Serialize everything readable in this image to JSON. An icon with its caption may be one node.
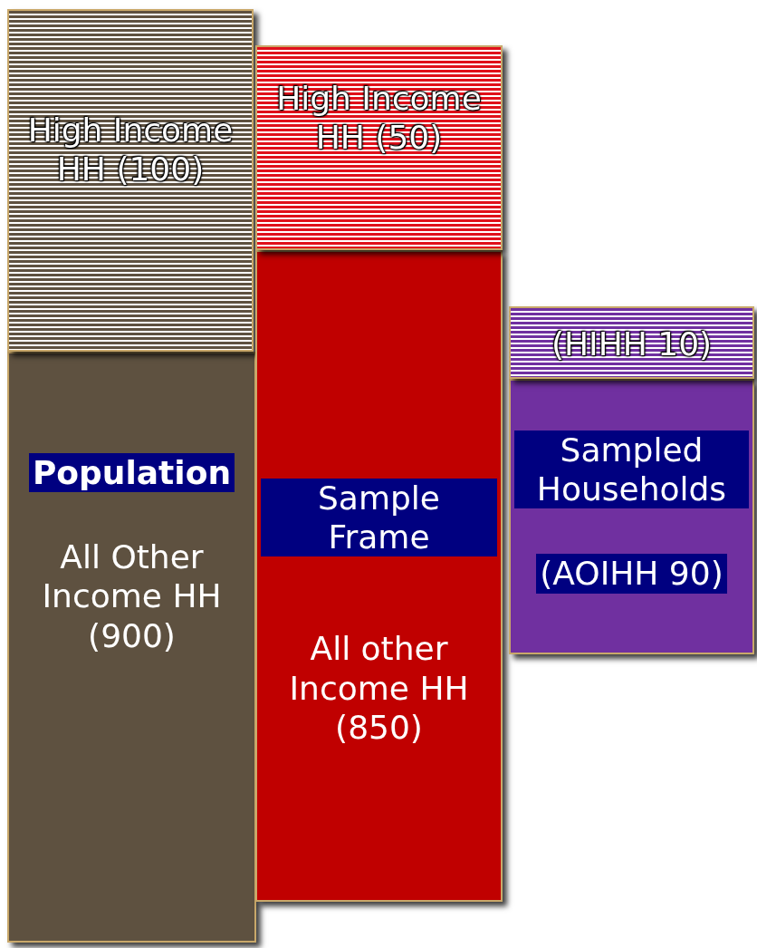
{
  "diagram": {
    "nodes": [
      {
        "text": [
          "High Income HH (100)"
        ]
      },
      {
        "text": [
          "Population",
          "All Other Income HH (900)"
        ]
      },
      {
        "text": [
          "High Income HH (50)"
        ]
      },
      {
        "text": [
          "Sample Frame",
          "All other Income HH (850)"
        ]
      },
      {
        "text": [
          "(HIHH 10)"
        ]
      },
      {
        "text": [
          "Sampled Households",
          "(AOIHH 90)"
        ]
      }
    ]
  }
}
